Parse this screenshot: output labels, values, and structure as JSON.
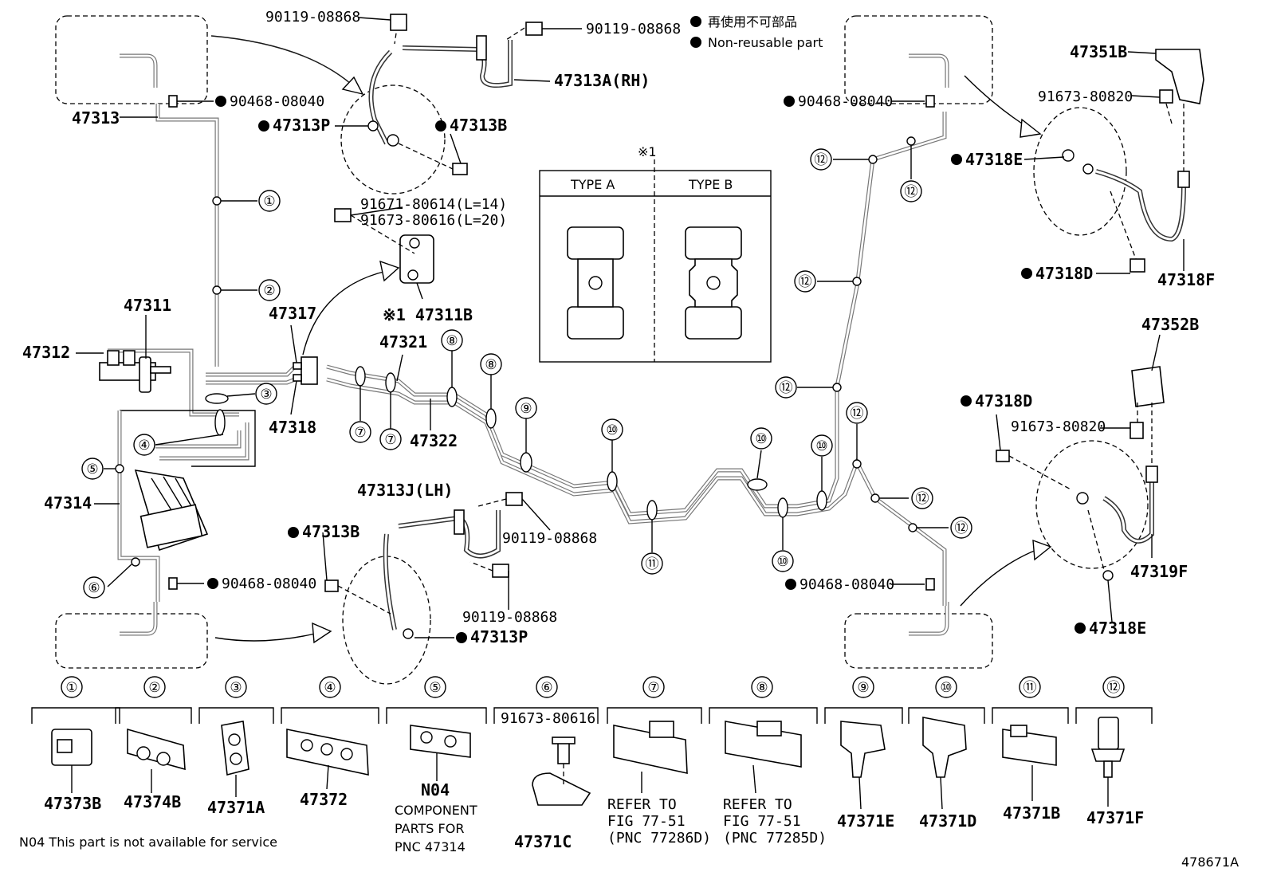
{
  "legend": {
    "ja": "再使用不可部品",
    "en": "Non-reusable part"
  },
  "type_box": {
    "mark": "※1",
    "type_a": "TYPE A",
    "type_b": "TYPE B"
  },
  "labels": {
    "p47313": "47313",
    "p90468_tl": "90468-08040",
    "p90119_top1": "90119-08868",
    "p90119_top2": "90119-08868",
    "p47313A": "47313A(RH)",
    "p47313P_top": "47313P",
    "p47313B_top": "47313B",
    "p91671": "91671-80614(L=14)",
    "p91673_top": "91673-80616(L=20)",
    "p47311B": "※1 47311B",
    "p47311": "47311",
    "p47312": "47312",
    "p47317": "47317",
    "p47318": "47318",
    "p47321": "47321",
    "p47322": "47322",
    "p47314": "47314",
    "p47313J": "47313J(LH)",
    "p47313B_bot": "47313B",
    "p90119_mid": "90119-08868",
    "p90119_bot": "90119-08868",
    "p90468_bl": "90468-08040",
    "p47313P_bot": "47313P",
    "p90468_tr": "90468-08040",
    "p90468_br": "90468-08040",
    "p47351B": "47351B",
    "p91673_r1": "91673-80820",
    "p47318E_top": "47318E",
    "p47318D_top": "47318D",
    "p47318F": "47318F",
    "p47352B": "47352B",
    "p47318D_mid": "47318D",
    "p91673_r2": "91673-80820",
    "p47319F": "47319F",
    "p47318E_bot": "47318E"
  },
  "callouts": [
    "①",
    "②",
    "③",
    "④",
    "⑤",
    "⑥",
    "⑦",
    "⑧",
    "⑨",
    "⑩",
    "⑪",
    "⑫"
  ],
  "parts_row": [
    {
      "num": "①",
      "part": "47373B",
      "extra": ""
    },
    {
      "num": "②",
      "part": "47374B",
      "extra": ""
    },
    {
      "num": "③",
      "part": "47371A",
      "extra": ""
    },
    {
      "num": "④",
      "part": "47372",
      "extra": ""
    },
    {
      "num": "⑤",
      "part": "N04",
      "extra": "COMPONENT PARTS FOR PNC 47314"
    },
    {
      "num": "⑥",
      "part": "47371C",
      "extra": "91673-80616"
    },
    {
      "num": "⑦",
      "part": "",
      "extra": "REFER TO FIG 77-51 (PNC 77286D)"
    },
    {
      "num": "⑧",
      "part": "",
      "extra": "REFER TO FIG 77-51 (PNC 77285D)"
    },
    {
      "num": "⑨",
      "part": "47371E",
      "extra": ""
    },
    {
      "num": "⑩",
      "part": "47371D",
      "extra": ""
    },
    {
      "num": "⑪",
      "part": "47371B",
      "extra": ""
    },
    {
      "num": "⑫",
      "part": "47371F",
      "extra": ""
    }
  ],
  "footer": {
    "note": "N04 This part is not available for service",
    "figure_id": "478671A"
  },
  "components_extra": {
    "p5_line1": "COMPONENT",
    "p5_line2": "PARTS FOR",
    "p5_line3": "PNC 47314",
    "p7_line1": "REFER TO",
    "p7_line2": "FIG 77-51",
    "p7_line3": "(PNC 77286D)",
    "p8_line1": "REFER TO",
    "p8_line2": "FIG 77-51",
    "p8_line3": "(PNC 77285D)",
    "p6_bolt": "91673-80616"
  }
}
